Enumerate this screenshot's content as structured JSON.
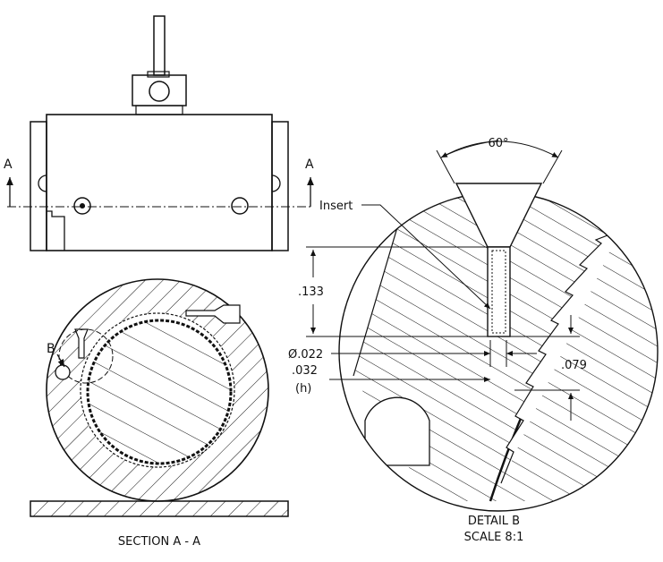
{
  "labels": {
    "section_marker_left": "A",
    "section_marker_right": "A",
    "detail_marker": "B",
    "insert": "Insert",
    "angle": "60°",
    "dim_depth": ".133",
    "dim_diameter": "Ø.022",
    "dim_height": ".032",
    "dim_height_symbol": "(h)",
    "dim_pitch": ".079",
    "section_caption": "SECTION A - A",
    "detail_caption": "DETAIL B",
    "detail_scale": "SCALE 8:1"
  }
}
